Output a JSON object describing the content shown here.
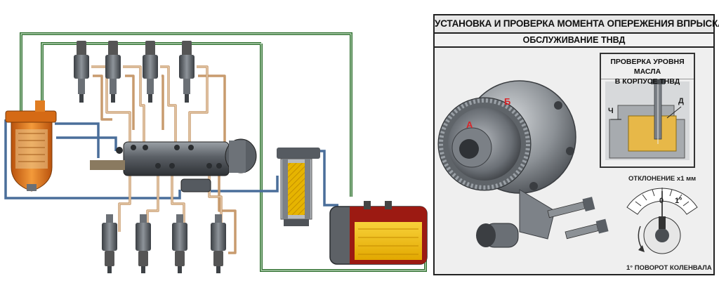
{
  "panel": {
    "title": "УСТАНОВКА И ПРОВЕРКА МОМЕНТА ОПЕРЕЖЕНИЯ ВПРЫСКА",
    "subtitle": "ОБСЛУЖИВАНИЕ ТНВД"
  },
  "oil_check": {
    "title_line1": "ПРОВЕРКА УРОВНЯ МАСЛА",
    "title_line2": "В КОРПУСЕ ТНВД",
    "mark_left": "Ч",
    "mark_right": "Д"
  },
  "pump_marks": {
    "mark_a": "А",
    "mark_b": "Б"
  },
  "gauge": {
    "deviation_label": "ОТКЛОНЕНИЕ х1 мм",
    "tick_zero": "0",
    "tick_one": "1°",
    "rotation_label": "1° ПОВОРОТ КОЛЕНВАЛА"
  },
  "colors": {
    "fuel_line": "#c89b6e",
    "return_line": "#2e6e2e",
    "feed_line": "#4a6e9a",
    "filter_orange": "#e8791c",
    "fuel_yellow": "#f5c400",
    "tank_red": "#9c1a12",
    "mark_red": "#d8262a"
  }
}
